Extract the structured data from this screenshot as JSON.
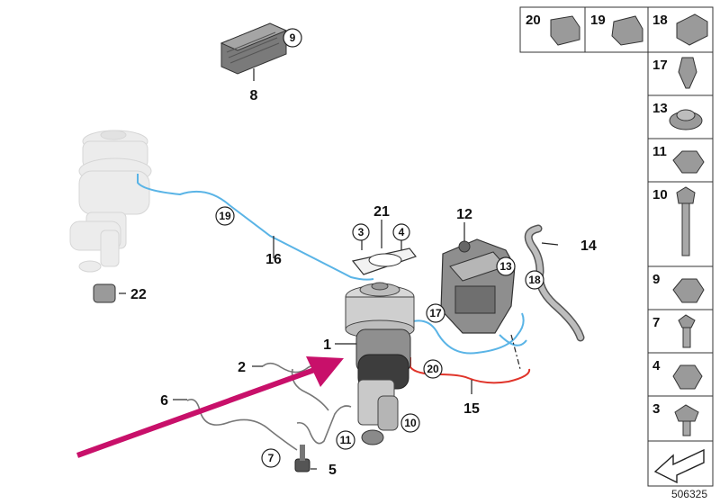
{
  "diagram": {
    "document_number": "506325",
    "colors": {
      "pointer_arrow": "#c8106a",
      "line_blue": "#5ab4e6",
      "line_red": "#e0342a",
      "ghost_part": "#e6e6e6",
      "part_gray": "#9a9a9a",
      "outline": "#222222"
    },
    "labels": {
      "p1": "1",
      "p2": "2",
      "p3": "3",
      "p4": "4",
      "p5": "5",
      "p6": "6",
      "p7": "7",
      "p8": "8",
      "p9": "9",
      "p10": "10",
      "p11": "11",
      "p12": "12",
      "p13": "13",
      "p14": "14",
      "p15": "15",
      "p16": "16",
      "p17": "17",
      "p18": "18",
      "p19": "19",
      "p20": "20",
      "p21": "21",
      "p22": "22"
    },
    "legend_top": [
      "20",
      "19",
      "18"
    ],
    "legend_side": [
      "17",
      "13",
      "11",
      "10",
      "9",
      "7",
      "4",
      "3"
    ]
  }
}
